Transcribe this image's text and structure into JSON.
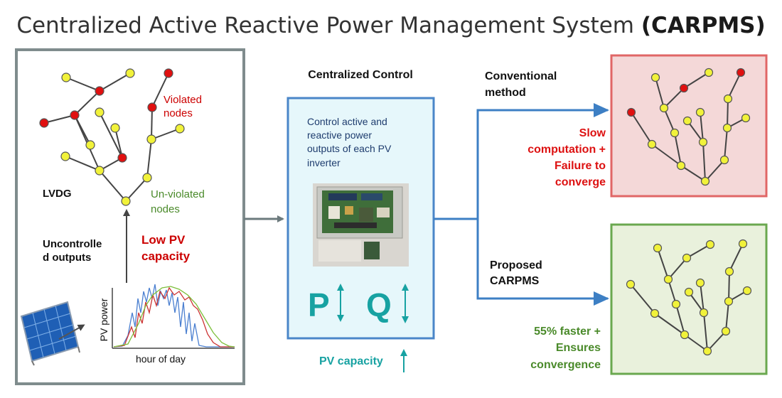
{
  "title": {
    "main": "Centralized Active Reactive Power Management System ",
    "acronym": "(CARPMS)"
  },
  "left_panel": {
    "lvdg": "LVDG",
    "violated": [
      "Violated",
      "nodes"
    ],
    "unviolated": [
      "Un-violated",
      "nodes"
    ],
    "uncontrolled": [
      "Uncontrolle",
      "d outputs"
    ],
    "low_pv": [
      "Low PV",
      "capacity"
    ],
    "pv_axis_y": "PV power",
    "pv_axis_x": "hour of day"
  },
  "center": {
    "heading": "Centralized Control",
    "desc": [
      "Control active and",
      "reactive power",
      "outputs of each PV",
      "inverter"
    ],
    "p": "P",
    "q": "Q",
    "pv_capacity": "PV capacity"
  },
  "right": {
    "conventional": [
      "Conventional",
      "method"
    ],
    "conventional_result": [
      "Slow",
      "computation +",
      "Failure to",
      "converge"
    ],
    "proposed": [
      "Proposed",
      "CARPMS"
    ],
    "proposed_result": [
      "55% faster +",
      "Ensures",
      "convergence"
    ]
  },
  "colors": {
    "panel_border": "#7f8c8d",
    "control_border": "#4a86c8",
    "control_fill": "#e6f7fb",
    "teal": "#17a2a2",
    "red": "#cc0000",
    "green": "#4a8a2a",
    "conv_fill": "#f4d8d8",
    "conv_border": "#e06666",
    "prop_fill": "#e9f1dc",
    "prop_border": "#6aa84f",
    "node_yellow": "#f1f23a",
    "node_red": "#e01010"
  }
}
